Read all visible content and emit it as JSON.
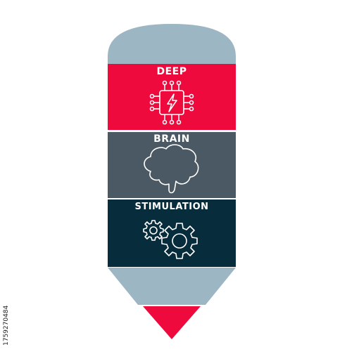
{
  "sections": [
    {
      "label": "DEEP",
      "icon": "lightning-chip-icon",
      "color": "#ee0a3c"
    },
    {
      "label": "BRAIN",
      "icon": "brain-icon",
      "color": "#4a5963"
    },
    {
      "label": "STIMULATION",
      "icon": "gears-icon",
      "color": "#072c3c"
    }
  ],
  "colors": {
    "cap": "#9cb6c4",
    "tip": "#ee0a3c",
    "icon_stroke": "#ffffff"
  },
  "stock_id": "1759270484"
}
